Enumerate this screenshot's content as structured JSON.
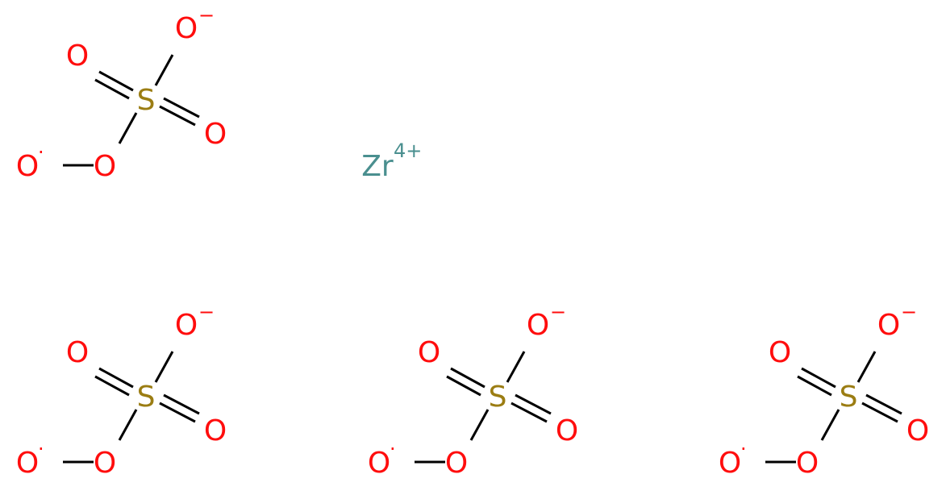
{
  "colors": {
    "oxygen": "#ff0d0d",
    "sulfur": "#9b7d13",
    "zirconium": "#4a8f8f",
    "bond": "#000000"
  },
  "cation": {
    "symbol": "Zr",
    "charge": "4+"
  },
  "groups": [
    {
      "oxo_top": "O",
      "oxo_right": "O",
      "sulfur": "S",
      "oxide": "O",
      "oxide_charge": "−",
      "peroxy_o": "O",
      "radical_o": "O",
      "radical_mark": "·"
    },
    {
      "oxo_top": "O",
      "oxo_right": "O",
      "sulfur": "S",
      "oxide": "O",
      "oxide_charge": "−",
      "peroxy_o": "O",
      "radical_o": "O",
      "radical_mark": "·"
    },
    {
      "oxo_top": "O",
      "oxo_right": "O",
      "sulfur": "S",
      "oxide": "O",
      "oxide_charge": "−",
      "peroxy_o": "O",
      "radical_o": "O",
      "radical_mark": "·"
    },
    {
      "oxo_top": "O",
      "oxo_right": "O",
      "sulfur": "S",
      "oxide": "O",
      "oxide_charge": "−",
      "peroxy_o": "O",
      "radical_o": "O",
      "radical_mark": "·"
    }
  ]
}
